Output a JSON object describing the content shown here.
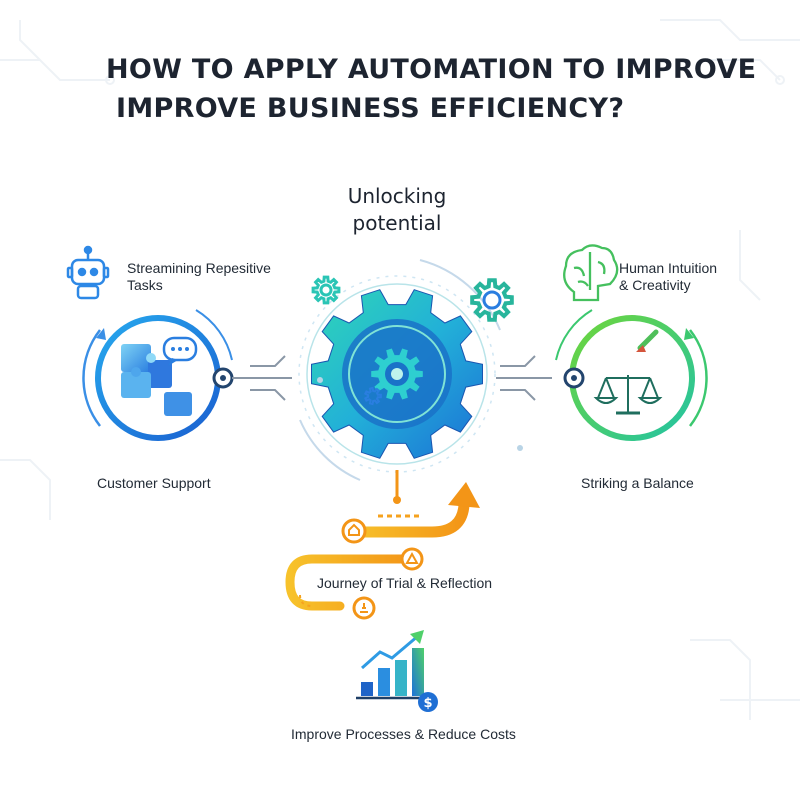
{
  "title": {
    "line1": "HOW TO APPLY AUTOMATION TO IMPROVE",
    "line2": "IMPROVE BUSINESS EFFICIENCY?"
  },
  "center": {
    "line1": "Unlocking",
    "line2": "potential"
  },
  "left": {
    "top_label_line1": "Streamining Repesitive",
    "top_label_line2": "Tasks",
    "bottom_label": "Customer Support"
  },
  "right": {
    "top_label_line1": "Human Intuition",
    "top_label_line2": "& Creativity",
    "bottom_label": "Striking a Balance"
  },
  "journey_label": "Journey of Trial & Reflection",
  "bottom_label": "Improve Processes & Reduce Costs",
  "colors": {
    "blue": "#1e74d9",
    "teal": "#22c3b4",
    "green": "#52cc3c",
    "orange": "#f6a21e",
    "dark": "#1d2430"
  },
  "icons": [
    "robot-icon",
    "puzzle-icon",
    "chat-bubble-icon",
    "gear-icon",
    "brain-icon",
    "scale-icon",
    "paintbrush-icon",
    "growth-chart-icon",
    "dollar-icon"
  ]
}
